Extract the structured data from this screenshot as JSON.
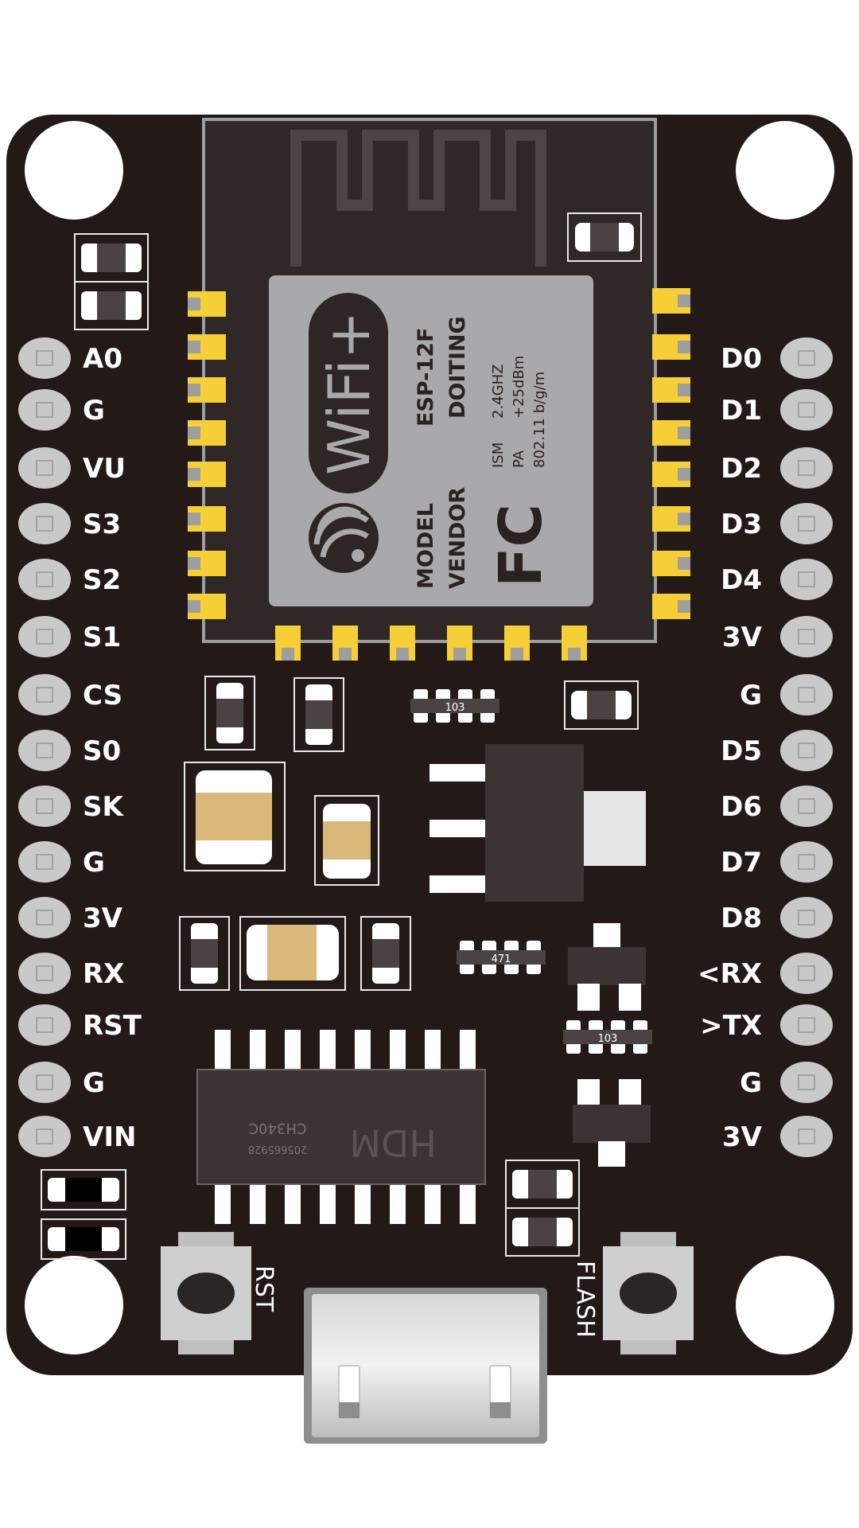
{
  "board": {
    "pcb_color": "#231a18",
    "module_color": "#302826",
    "shield_color": "#a9a8aa",
    "pad_color": "#f5cf35",
    "pin_color": "#c9c9c9"
  },
  "left_pins": [
    "A0",
    "G",
    "VU",
    "S3",
    "S2",
    "S1",
    "CS",
    "S0",
    "SK",
    "G",
    "3V",
    "RX",
    "RST",
    "G",
    "VIN"
  ],
  "right_pins": [
    "D0",
    "D1",
    "D2",
    "D3",
    "D4",
    "3V",
    "G",
    "D5",
    "D6",
    "D7",
    "D8",
    "<RX",
    ">TX",
    "G",
    "3V"
  ],
  "module": {
    "logo": "WiFi+",
    "model_label": "MODEL",
    "vendor_label": "VENDOR",
    "model": "ESP-12F",
    "vendor": "DOITING",
    "ism_label": "ISM",
    "ism_value": "2.4GHZ",
    "pa_label": "PA",
    "pa_value": "+25dBm",
    "protocol": "802.11 b/g/m",
    "fc": "FC"
  },
  "resistors": {
    "r1": "103",
    "r2": "471",
    "r3": "103"
  },
  "usb_chip": {
    "brand": "HDM",
    "serial": "205665928",
    "name": "CH340C"
  },
  "buttons": {
    "rst": "RST",
    "flash": "FLASH"
  },
  "icons": {
    "espressif_logo": "espressif-logo-icon"
  }
}
